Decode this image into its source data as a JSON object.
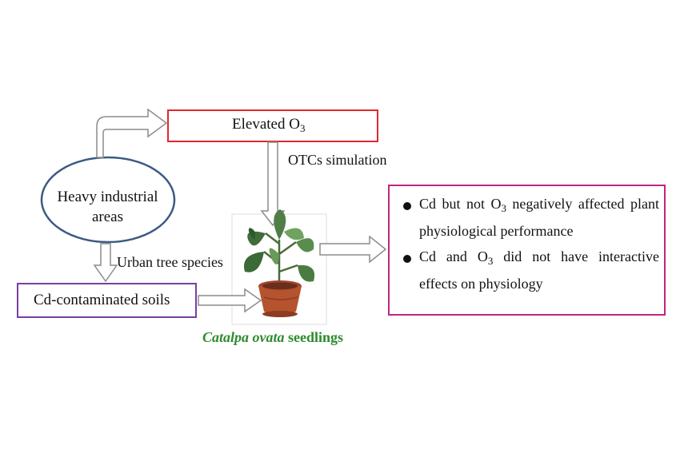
{
  "nodes": {
    "elevated_o3": {
      "label": "Elevated O",
      "subscript": "3"
    },
    "heavy_industrial": {
      "line1": "Heavy industrial",
      "line2": "areas"
    },
    "cd_soils": {
      "label": "Cd-contaminated soils"
    },
    "seedling_caption": {
      "italic": "Catalpa ovata",
      "rest": " seedlings"
    }
  },
  "edge_labels": {
    "otcs": "OTCs simulation",
    "urban": "Urban tree species"
  },
  "results": [
    {
      "pre": "Cd but not O",
      "sub": "3",
      "post": " negatively affected plant physiological performance"
    },
    {
      "pre": "Cd and O",
      "sub": "3",
      "post": " did not have interactive effects on physiology"
    }
  ],
  "colors": {
    "elevated_o3_border": "#e0282e",
    "ellipse_border": "#3c5a82",
    "soils_border": "#7a3ea0",
    "results_border": "#c0267f",
    "caption": "#2e8b2e",
    "arrow": "#8c8c8c"
  },
  "icons": [
    "potted-plant-icon"
  ]
}
